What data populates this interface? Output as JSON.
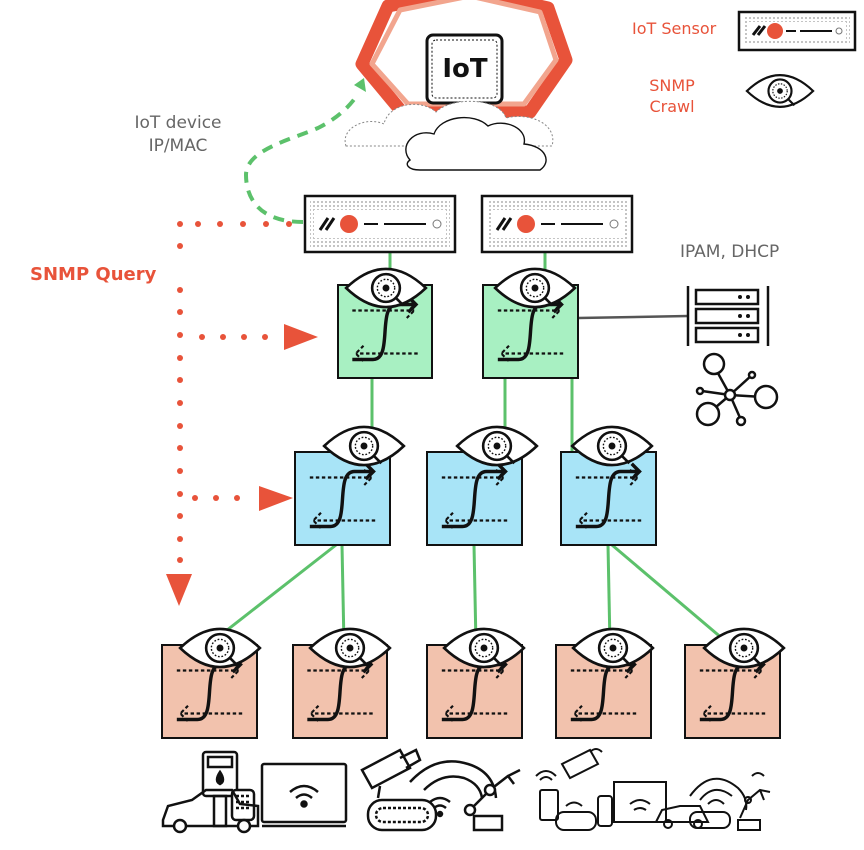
{
  "cloud": {
    "label": "IoT"
  },
  "legend": {
    "iot_sensor": "IoT Sensor",
    "snmp_crawl": [
      "SNMP",
      "Crawl"
    ]
  },
  "labels": {
    "iot_device": [
      "IoT device",
      "IP/MAC"
    ],
    "snmp_query": "SNMP Query",
    "ipam_dhcp": "IPAM, DHCP"
  },
  "colors": {
    "accent": "#e8533a",
    "link": "#5cc16b",
    "core_switch": "#a8f0c2",
    "distribution_switch": "#a8e4f7",
    "access_switch": "#f2c2ad"
  },
  "icons": {
    "sensor": "iot-sensor-appliance-icon",
    "crawl": "eye-icon",
    "switch": "network-switch-icon",
    "server": "server-rack-icon",
    "network": "network-nodes-icon",
    "devices": "iot-devices-icon"
  }
}
